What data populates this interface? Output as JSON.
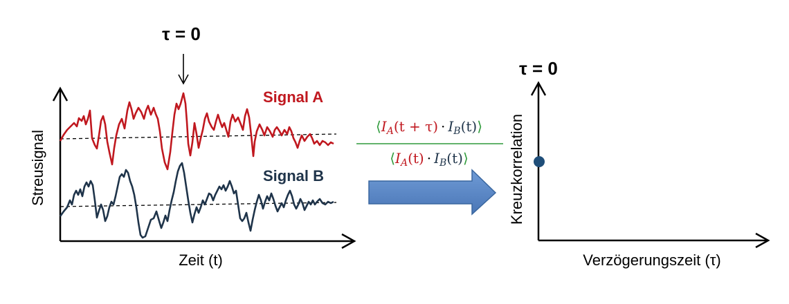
{
  "left_panel": {
    "tau_label": "τ = 0",
    "signal_a": {
      "label": "Signal A",
      "color": "#c0181f"
    },
    "signal_b": {
      "label": "Signal B",
      "color": "#1f344a"
    },
    "y_axis_label": "Streusignal",
    "x_axis_label": "Zeit (t)"
  },
  "formula": {
    "bracket_color": "#2e9a3a",
    "numerator": {
      "ia": "I",
      "ia_sub": "A",
      "ia_args": "(t + τ)",
      "dot": "·",
      "ib": "I",
      "ib_sub": "B",
      "ib_args": "(t)"
    },
    "denominator": {
      "ia": "I",
      "ia_sub": "A",
      "ia_args": "(t)",
      "dot": "·",
      "ib": "I",
      "ib_sub": "B",
      "ib_args": "(t)"
    },
    "left_bracket": "⟨",
    "right_bracket": "⟩"
  },
  "arrow_color": "#4f81bd",
  "right_panel": {
    "tau_label": "τ = 0",
    "y_axis_label": "Kreuzkorrelation",
    "x_axis_label": "Verzögerungszeit (τ)",
    "point_color": "#1f4e79"
  }
}
